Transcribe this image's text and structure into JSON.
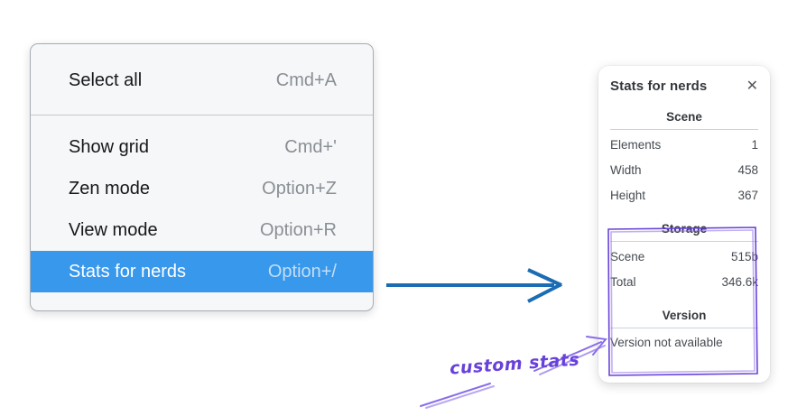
{
  "colors": {
    "menu_highlight": "#3898ec",
    "arrow_blue": "#1c6cb4",
    "annotation_purple": "#6741d9",
    "annotation_purple_light": "#8a6ee8"
  },
  "menu": {
    "items": [
      {
        "label": "Select all",
        "shortcut": "Cmd+A",
        "highlighted": false
      },
      {
        "label": "Show grid",
        "shortcut": "Cmd+'",
        "highlighted": false
      },
      {
        "label": "Zen mode",
        "shortcut": "Option+Z",
        "highlighted": false
      },
      {
        "label": "View mode",
        "shortcut": "Option+R",
        "highlighted": false
      },
      {
        "label": "Stats for nerds",
        "shortcut": "Option+/",
        "highlighted": true
      }
    ]
  },
  "stats_panel": {
    "title": "Stats for nerds",
    "close_icon": "✕",
    "sections": [
      {
        "heading": "Scene",
        "rows": [
          {
            "label": "Elements",
            "value": "1"
          },
          {
            "label": "Width",
            "value": "458"
          },
          {
            "label": "Height",
            "value": "367"
          }
        ]
      },
      {
        "heading": "Storage",
        "rows": [
          {
            "label": "Scene",
            "value": "515b"
          },
          {
            "label": "Total",
            "value": "346.6k"
          }
        ]
      },
      {
        "heading": "Version",
        "note": "Version not available"
      }
    ]
  },
  "annotation": {
    "label": "custom stats"
  }
}
